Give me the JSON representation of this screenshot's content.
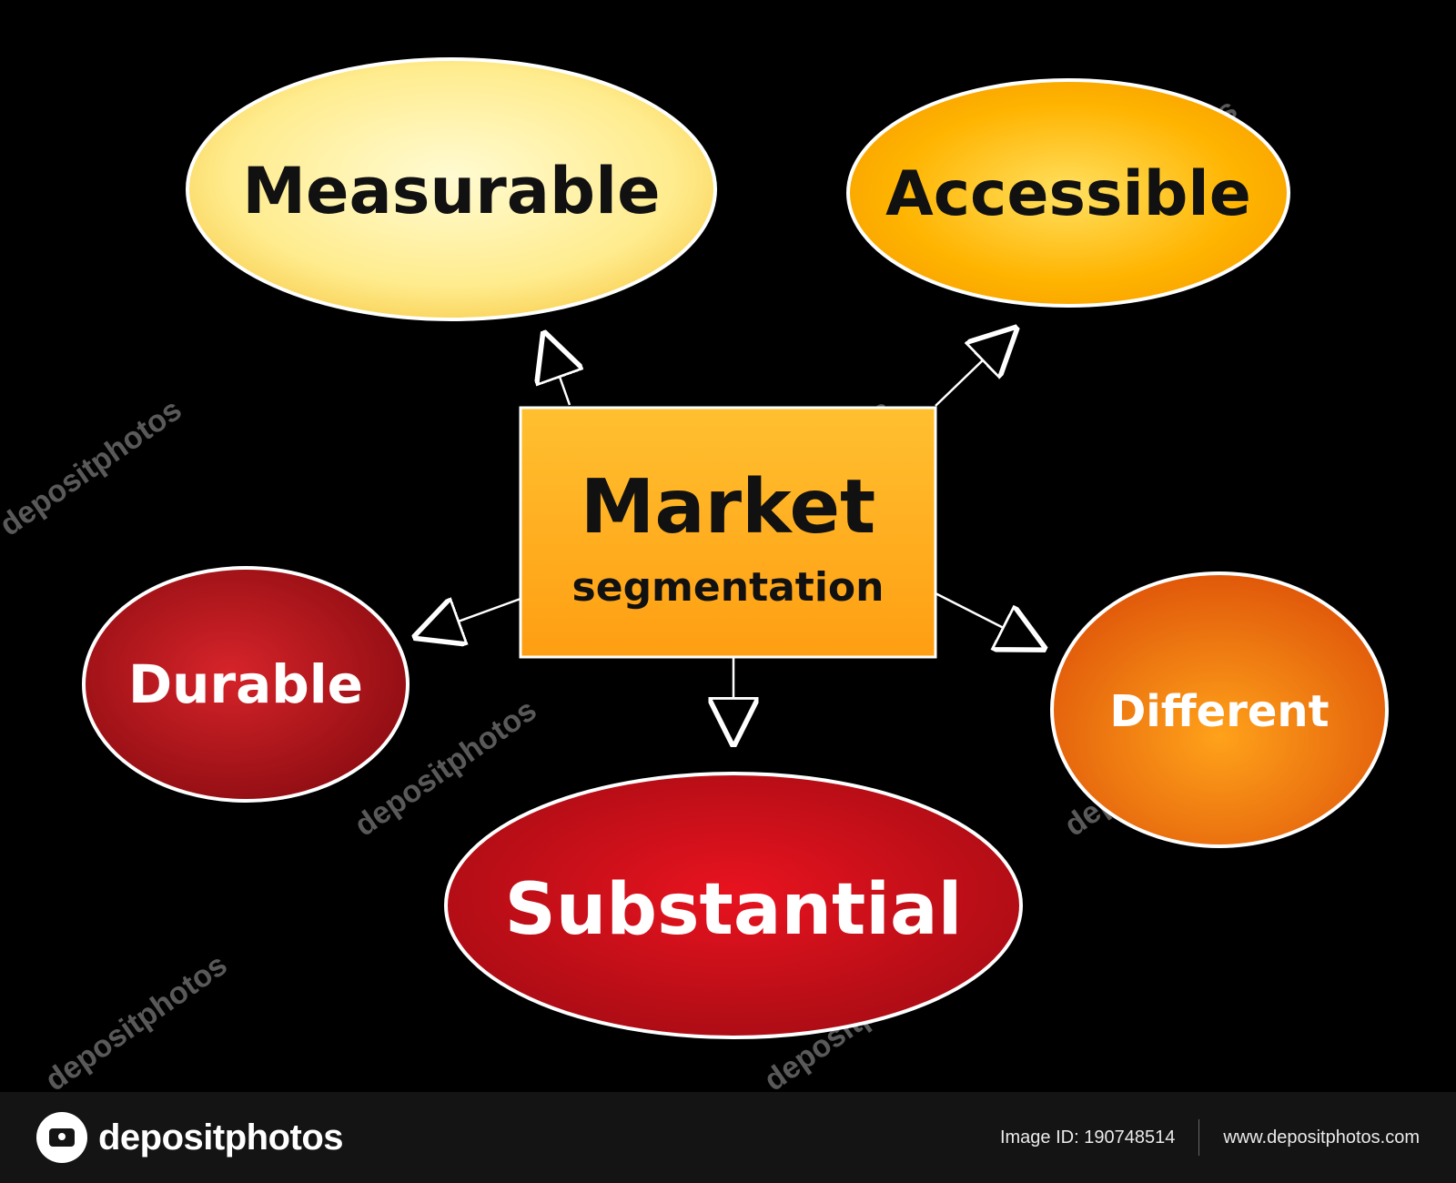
{
  "diagram": {
    "center": {
      "title": "Market",
      "subtitle": "segmentation"
    },
    "nodes": {
      "measurable": "Measurable",
      "accessible": "Accessible",
      "durable": "Durable",
      "different": "Different",
      "substantial": "Substantial"
    }
  },
  "watermark": {
    "text": "depositphotos"
  },
  "footer": {
    "brand": "depositphotos",
    "image_id": "Image ID: 190748514",
    "url": "www.depositphotos.com"
  },
  "colors": {
    "background": "#000000",
    "measurable": "#fff2a8",
    "accessible": "#ffb000",
    "center": "#ffb21e",
    "durable": "#b5141b",
    "different": "#f07a10",
    "substantial": "#d10f1f",
    "dark_text": "#111111",
    "light_text": "#ffffff"
  }
}
